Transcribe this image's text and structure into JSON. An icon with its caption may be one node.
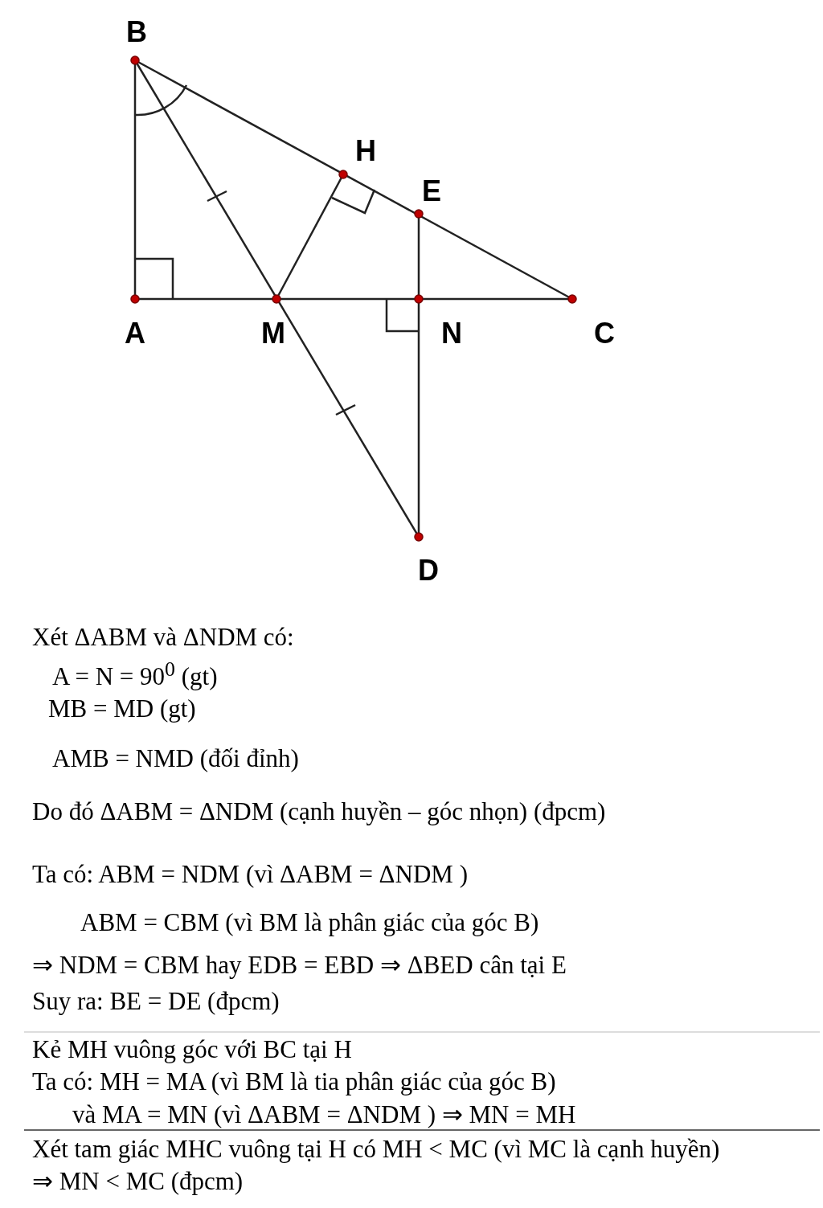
{
  "diagram": {
    "labels": [
      "B",
      "H",
      "E",
      "A",
      "M",
      "N",
      "C",
      "D",
      "Xét ΔABM  và ΔNDM có:",
      "A = N = 90$^{0}$ (gt)",
      "MB = MD (gt)",
      "AMB = NMD (đối đỉnh)",
      "Do đó ΔABM = ΔNDM (cạnh huyền – góc nhọn) (đpcm)",
      "Ta có: ABM = NDM (vì ΔABM = ΔNDM )",
      "ABM = CBM (vì BM là phân giác của góc B)",
      "⇒ NDM = CBM hay EDB = EBD ⇒ ΔBED cân tại E",
      "Suy ra: BE = DE (đpcm)",
      "Kẻ MH vuông góc với BC tại H",
      "Ta có: MH = MA (vì BM là tia phân giác của góc B)",
      "và MA = MN (vì ΔABM = ΔNDM ) ⇒ MN = MH",
      "Xét tam giác MHC vuông tại H có MH < MC (vì MC là cạnh huyền)",
      "⇒ MN < MC (đpcm)"
    ]
  }
}
